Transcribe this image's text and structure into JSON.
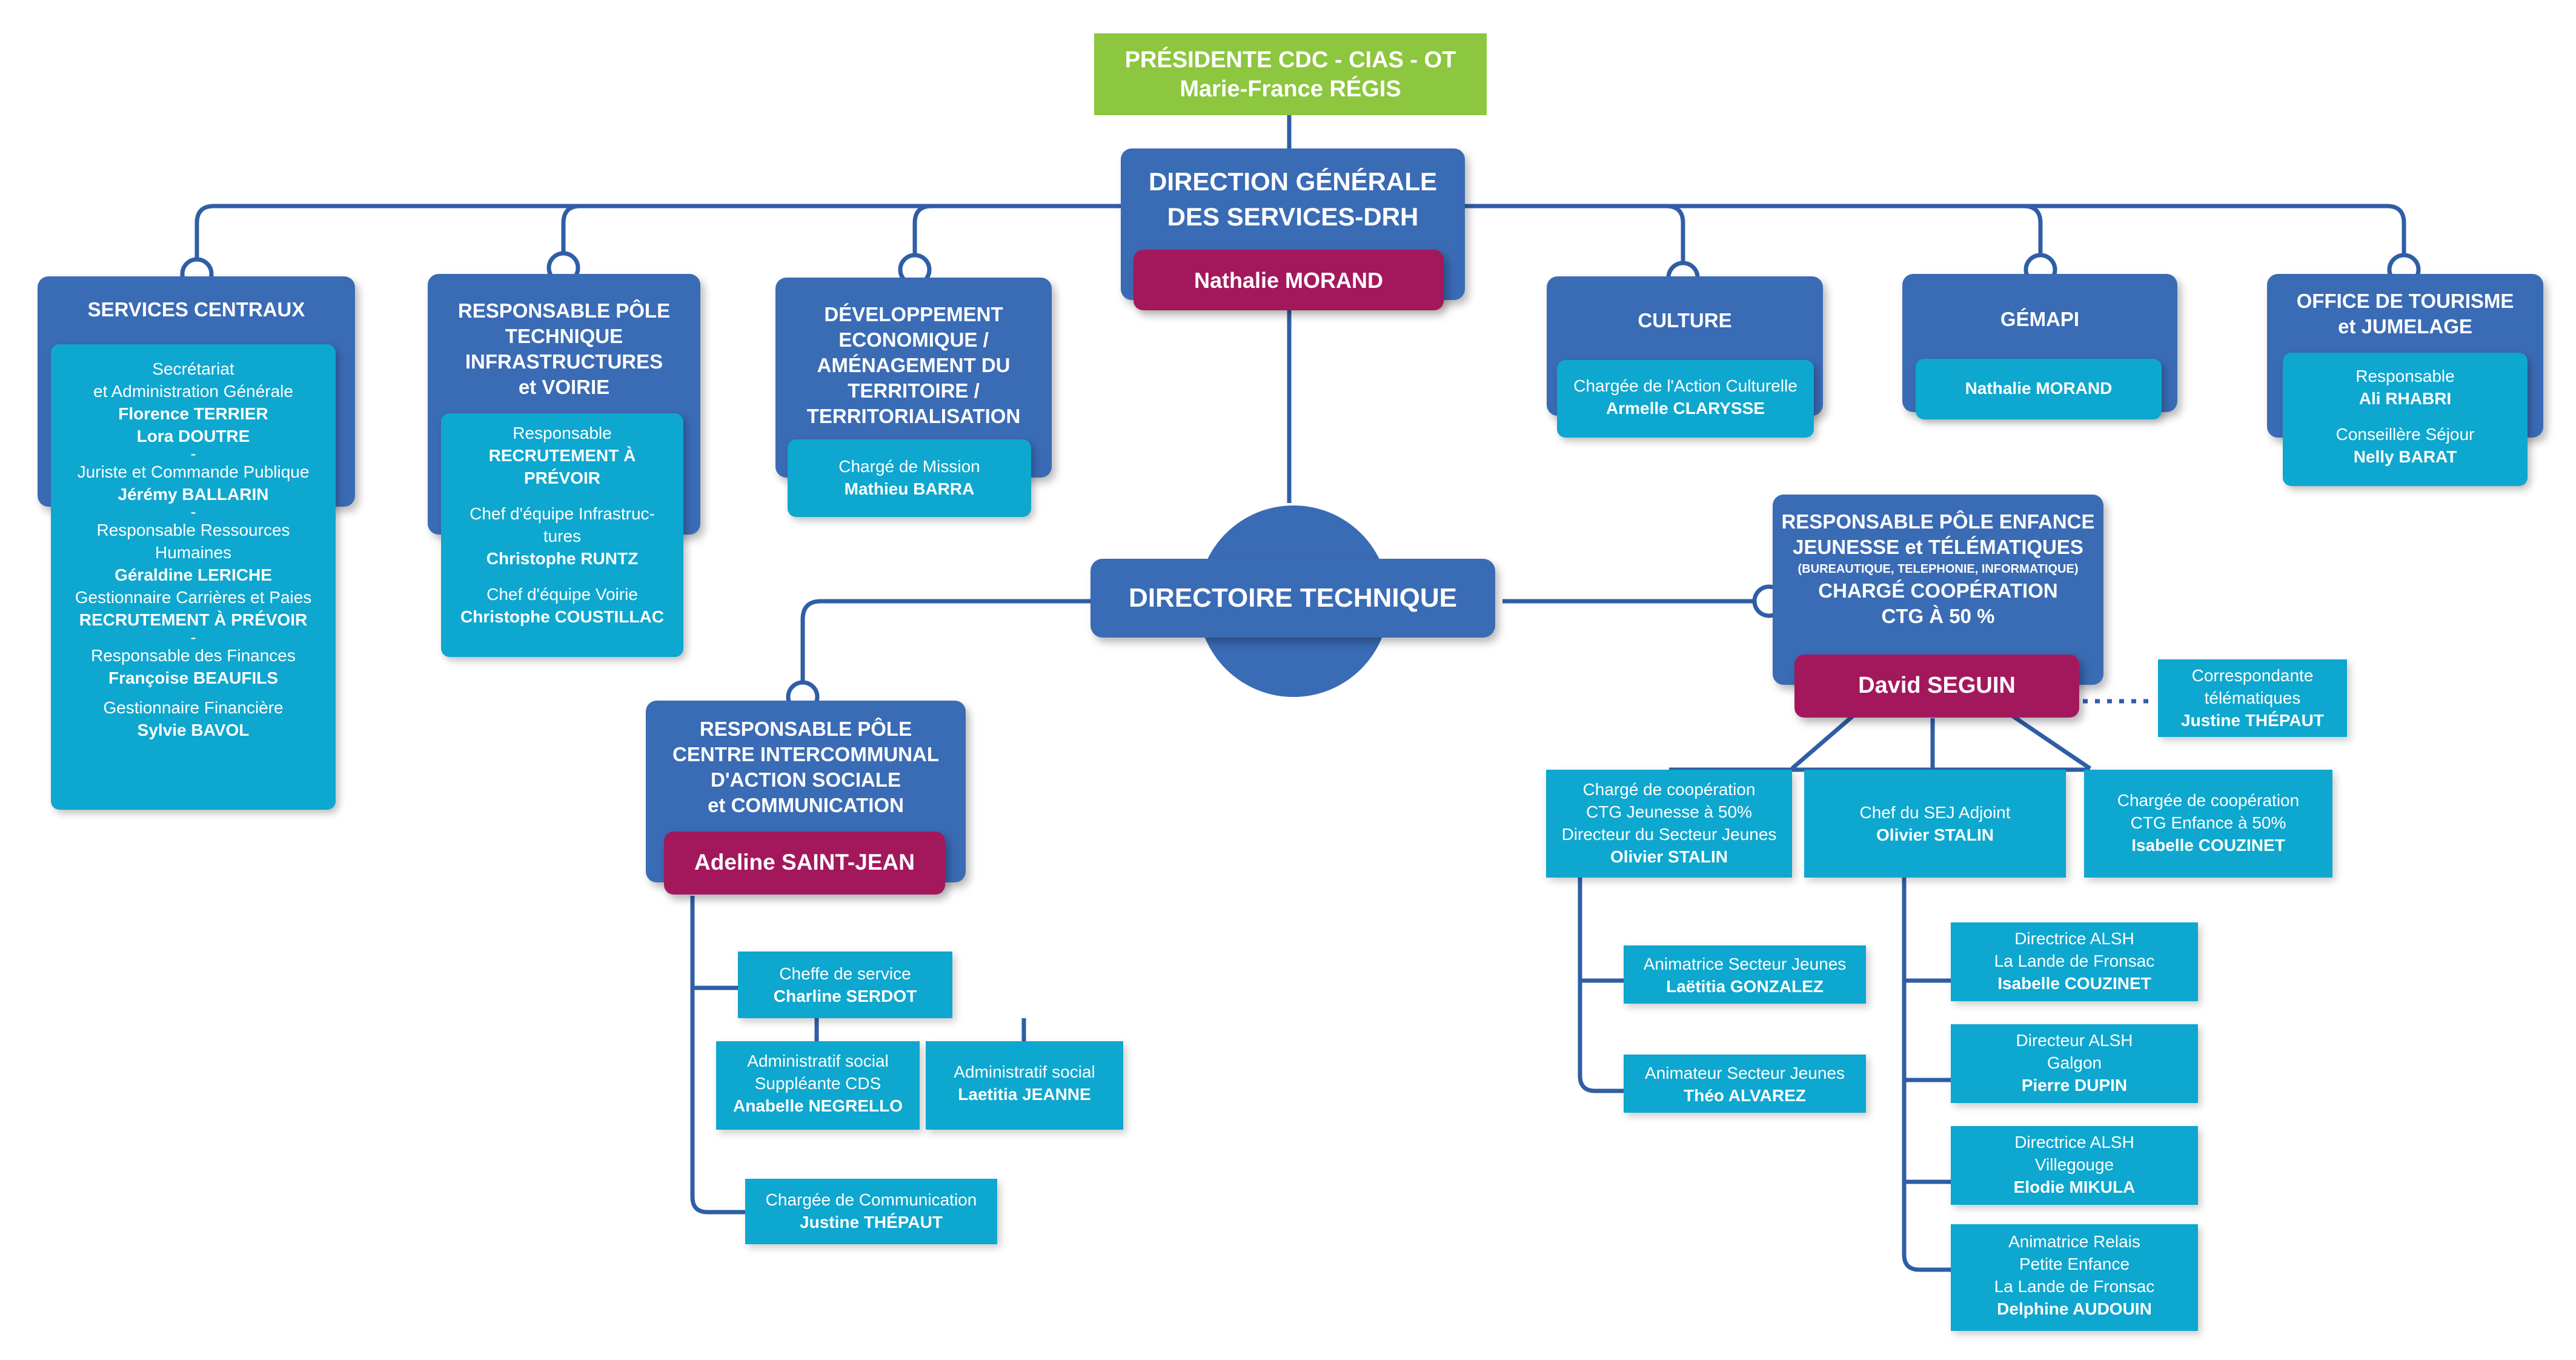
{
  "colors": {
    "green": "#8dc63f",
    "blue": "#3a6bb5",
    "cyan": "#0ea7cf",
    "magenta": "#a3185c",
    "line": "#2f5ea6"
  },
  "president": {
    "line1": "PRÉSIDENTE CDC - CIAS - OT",
    "line2": "Marie-France RÉGIS"
  },
  "dgs": {
    "line1": "DIRECTION GÉNÉRALE",
    "line2": "DES SERVICES-DRH",
    "name": "Nathalie MORAND"
  },
  "services_centraux": {
    "title": "SERVICES CENTRAUX",
    "l1": "Secrétariat",
    "l2": "et Administration Générale",
    "n1": "Florence TERRIER",
    "n2": "Lora DOUTRE",
    "sep1": "-",
    "l3": "Juriste et Commande Publique",
    "n3": "Jérémy BALLARIN",
    "sep2": "-",
    "l4": "Responsable Ressources",
    "l5": "Humaines",
    "n4": "Géraldine LERICHE",
    "l6": "Gestionnaire Carrières et Paies",
    "n5": "RECRUTEMENT À PRÉVOIR",
    "sep3": "-",
    "l7": "Responsable des Finances",
    "n6": "Françoise BEAUFILS",
    "l8": "Gestionnaire Financière",
    "n7": "Sylvie BAVOL"
  },
  "infra": {
    "t1": "RESPONSABLE PÔLE",
    "t2": "TECHNIQUE",
    "t3": "INFRASTRUCTURES",
    "t4": "et VOIRIE",
    "l1": "Responsable",
    "n1": "RECRUTEMENT À",
    "n2": "PRÉVOIR",
    "l2": "Chef d'équipe Infrastruc-",
    "l3": "tures",
    "n3": "Christophe RUNTZ",
    "l4": "Chef d'équipe Voirie",
    "n4": "Christophe COUSTILLAC"
  },
  "dev": {
    "t1": "DÉVELOPPEMENT",
    "t2": "ECONOMIQUE /",
    "t3": "AMÉNAGEMENT DU",
    "t4": "TERRITOIRE /",
    "t5": "TERRITORIALISATION",
    "l1": "Chargé de Mission",
    "n1": "Mathieu BARRA"
  },
  "culture": {
    "title": "CULTURE",
    "l1": "Chargée de l'Action Culturelle",
    "n1": "Armelle CLARYSSE"
  },
  "gemapi": {
    "title": "GÉMAPI",
    "n1": "Nathalie MORAND"
  },
  "tourisme": {
    "t1": "OFFICE DE TOURISME",
    "t2": "et JUMELAGE",
    "l1": "Responsable",
    "n1": "Ali RHABRI",
    "l2": "Conseillère Séjour",
    "n2": "Nelly BARAT"
  },
  "directoire": {
    "title": "DIRECTOIRE TECHNIQUE"
  },
  "enfance": {
    "t1": "RESPONSABLE PÔLE ENFANCE",
    "t2": "JEUNESSE et TÉLÉMATIQUES",
    "small": "(BUREAUTIQUE, TELEPHONIE, INFORMATIQUE)",
    "t3": "CHARGÉ COOPÉRATION",
    "t4": "CTG À 50 %",
    "name": "David SEGUIN"
  },
  "correspondante": {
    "l1": "Correspondante",
    "l2": "télématiques",
    "n1": "Justine THÉPAUT"
  },
  "coop_jeunesse": {
    "l1": "Chargé de coopération",
    "l2": "CTG Jeunesse à 50%",
    "l3": "Directeur du Secteur Jeunes",
    "n1": "Olivier STALIN"
  },
  "sej_adjoint": {
    "l1": "Chef du SEJ Adjoint",
    "n1": "Olivier STALIN"
  },
  "coop_enfance": {
    "l1": "Chargée de coopération",
    "l2": "CTG Enfance à 50%",
    "n1": "Isabelle COUZINET"
  },
  "anim1": {
    "l1": "Animatrice Secteur Jeunes",
    "n1": "Laëtitia GONZALEZ"
  },
  "anim2": {
    "l1": "Animateur Secteur Jeunes",
    "n1": "Théo ALVAREZ"
  },
  "alsh1": {
    "l1": "Directrice ALSH",
    "l2": "La Lande de Fronsac",
    "n1": "Isabelle COUZINET"
  },
  "alsh2": {
    "l1": "Directeur ALSH",
    "l2": "Galgon",
    "n1": "Pierre DUPIN"
  },
  "alsh3": {
    "l1": "Directrice ALSH",
    "l2": "Villegouge",
    "n1": "Elodie MIKULA"
  },
  "relais": {
    "l1": "Animatrice Relais",
    "l2": "Petite Enfance",
    "l3": "La Lande de Fronsac",
    "n1": "Delphine AUDOUIN"
  },
  "cias": {
    "t1": "RESPONSABLE PÔLE",
    "t2": "CENTRE INTERCOMMUNAL",
    "t3": "D'ACTION SOCIALE",
    "t4": "et COMMUNICATION",
    "name": "Adeline SAINT-JEAN"
  },
  "cheffe": {
    "l1": "Cheffe de service",
    "n1": "Charline SERDOT"
  },
  "admin1": {
    "l1": "Administratif social",
    "l2": "Suppléante CDS",
    "n1": "Anabelle NEGRELLO"
  },
  "admin2": {
    "l1": "Administratif social",
    "n1": "Laetitia JEANNE"
  },
  "comm": {
    "l1": "Chargée de Communication",
    "n1": "Justine THÉPAUT"
  }
}
